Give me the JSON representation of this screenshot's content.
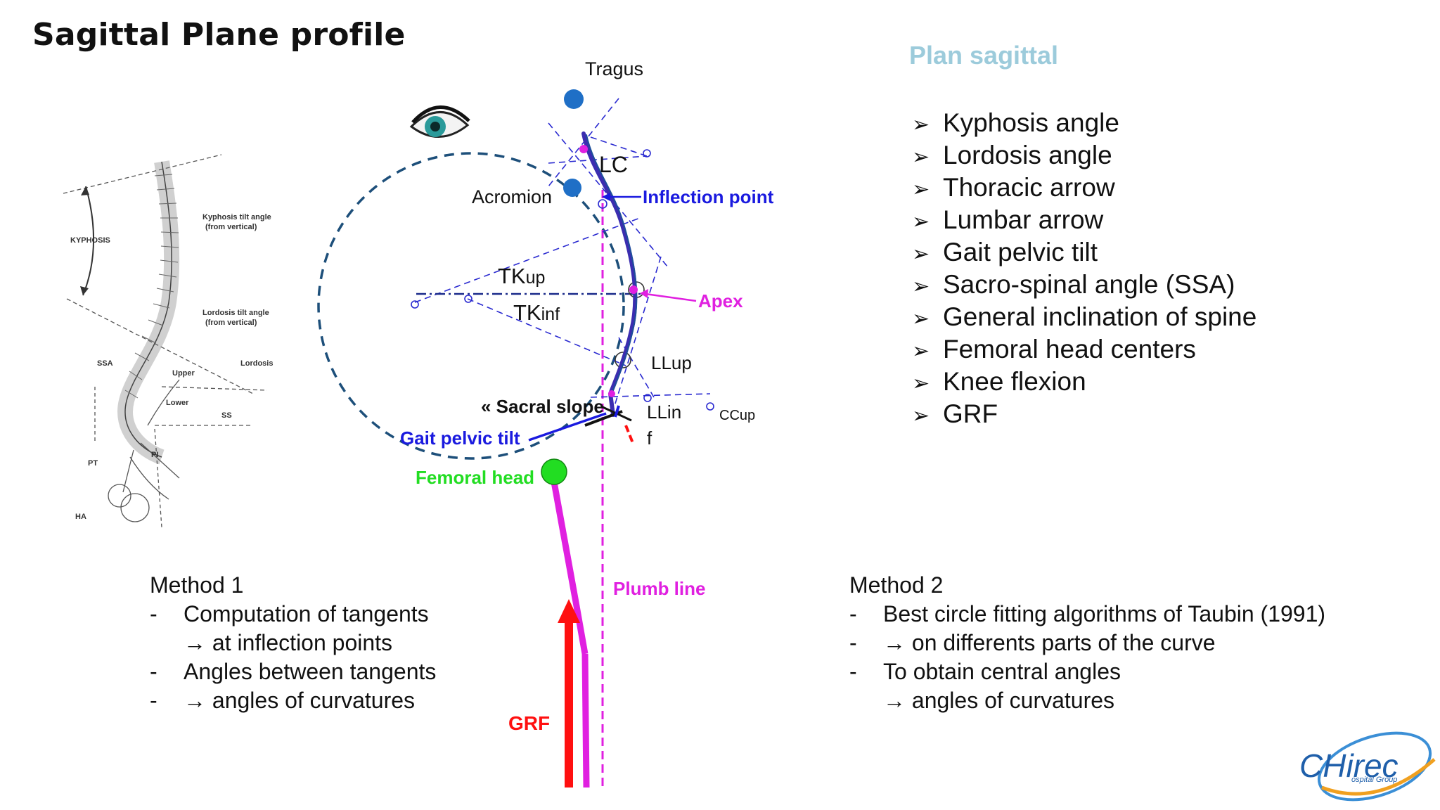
{
  "slide": {
    "title": "Sagittal Plane profile"
  },
  "parameters": {
    "title": "Plan sagittal",
    "items": [
      "Kyphosis angle",
      "Lordosis angle",
      "Thoracic arrow",
      "Lumbar arrow",
      "Gait pelvic tilt",
      "Sacro-spinal angle (SSA)",
      "General inclination of spine",
      "Femoral head centers",
      "Knee flexion",
      "GRF"
    ],
    "bullet_icon": "arrow-bullet-icon"
  },
  "method1": {
    "title": "Method 1",
    "lines": [
      "Computation of tangents",
      "→  at inflection points",
      "Angles between tangents",
      "→ angles of  curvatures"
    ]
  },
  "method2": {
    "title": "Method 2",
    "lines": [
      "Best circle fitting algorithms of Taubin (1991)",
      "→ on differents parts of the curve",
      "To obtain  central angles",
      "→  angles of  curvatures"
    ]
  },
  "diagram": {
    "labels": {
      "tragus": "Tragus",
      "lc": "LC",
      "acromion": "Acromion",
      "inflection_point": "Inflection point",
      "tk_up_main": "TK",
      "tk_up_sub": "up",
      "tk_inf_main": "TK",
      "tk_inf_sub": "inf",
      "apex": "Apex",
      "ll_up": "LLup",
      "sacral_slope": "« Sacral slope",
      "ll_inf_1": "LLin",
      "ll_inf_2": "f",
      "cc_up": "CCup",
      "gait_pelvic_tilt": "Gait pelvic tilt",
      "femoral_head": "Femoral head",
      "plumb_line": "Plumb line",
      "grf": "GRF"
    },
    "colors": {
      "spine_curve": "#3b2db0",
      "annotation_blue": "#1a1adf",
      "annotation_magenta": "#e020e0",
      "femoral_green": "#22dd22",
      "grf_red": "#ff1010",
      "circle_dash": "#1d4f7a",
      "landmark_blue": "#1f6fc6"
    }
  },
  "reference_figure": {
    "labels": {
      "kyphosis": "KYPHOSIS",
      "kyphosis_tilt_1": "Kyphosis tilt angle",
      "kyphosis_tilt_2": "(from vertical)",
      "lordosis_tilt_1": "Lordosis tilt angle",
      "lordosis_tilt_2": "(from vertical)",
      "ssa": "SSA",
      "lordosis": "Lordosis",
      "upper": "Upper",
      "lower": "Lower",
      "ss": "SS",
      "pt": "PT",
      "pi": "PI",
      "ha": "HA"
    }
  },
  "logo": {
    "text_main": "CHirec",
    "text_sub": "ospital Group"
  }
}
